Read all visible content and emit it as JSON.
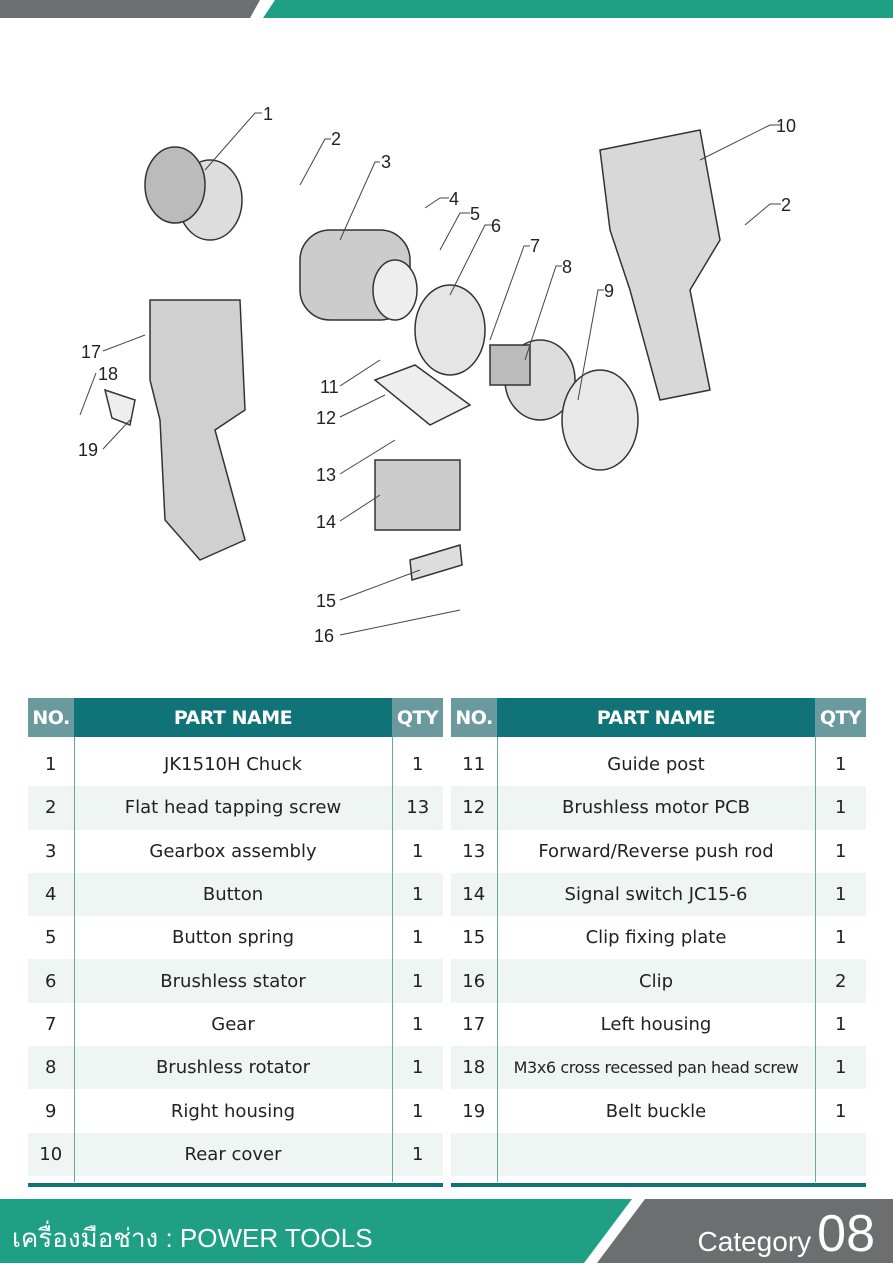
{
  "colors": {
    "teal": "#1fa084",
    "dark_teal": "#0f7377",
    "gray": "#6d6e70"
  },
  "diagram": {
    "callouts": [
      "1",
      "2",
      "3",
      "4",
      "5",
      "6",
      "7",
      "8",
      "9",
      "10",
      "2",
      "11",
      "12",
      "13",
      "14",
      "15",
      "16",
      "17",
      "18",
      "19"
    ]
  },
  "table": {
    "headers": {
      "no": "NO.",
      "name": "PART NAME",
      "qty": "QTY"
    },
    "left": [
      {
        "no": "1",
        "name": "JK1510H Chuck",
        "qty": "1"
      },
      {
        "no": "2",
        "name": "Flat head tapping screw",
        "qty": "13"
      },
      {
        "no": "3",
        "name": "Gearbox assembly",
        "qty": "1"
      },
      {
        "no": "4",
        "name": "Button",
        "qty": "1"
      },
      {
        "no": "5",
        "name": "Button spring",
        "qty": "1"
      },
      {
        "no": "6",
        "name": "Brushless stator",
        "qty": "1"
      },
      {
        "no": "7",
        "name": "Gear",
        "qty": "1"
      },
      {
        "no": "8",
        "name": "Brushless rotator",
        "qty": "1"
      },
      {
        "no": "9",
        "name": "Right housing",
        "qty": "1"
      },
      {
        "no": "10",
        "name": "Rear cover",
        "qty": "1"
      }
    ],
    "right": [
      {
        "no": "11",
        "name": "Guide post",
        "qty": "1"
      },
      {
        "no": "12",
        "name": "Brushless motor PCB",
        "qty": "1"
      },
      {
        "no": "13",
        "name": "Forward/Reverse push rod",
        "qty": "1"
      },
      {
        "no": "14",
        "name": "Signal switch JC15-6",
        "qty": "1"
      },
      {
        "no": "15",
        "name": "Clip fixing plate",
        "qty": "1"
      },
      {
        "no": "16",
        "name": "Clip",
        "qty": "2"
      },
      {
        "no": "17",
        "name": "Left housing",
        "qty": "1"
      },
      {
        "no": "18",
        "name": "M3x6 cross recessed pan head screw",
        "qty": "1"
      },
      {
        "no": "19",
        "name": "Belt buckle",
        "qty": "1"
      },
      {
        "no": "",
        "name": "",
        "qty": ""
      }
    ]
  },
  "footer": {
    "title": "เครื่องมือช่าง : POWER TOOLS",
    "category_label": "Category",
    "category_number": "08"
  }
}
